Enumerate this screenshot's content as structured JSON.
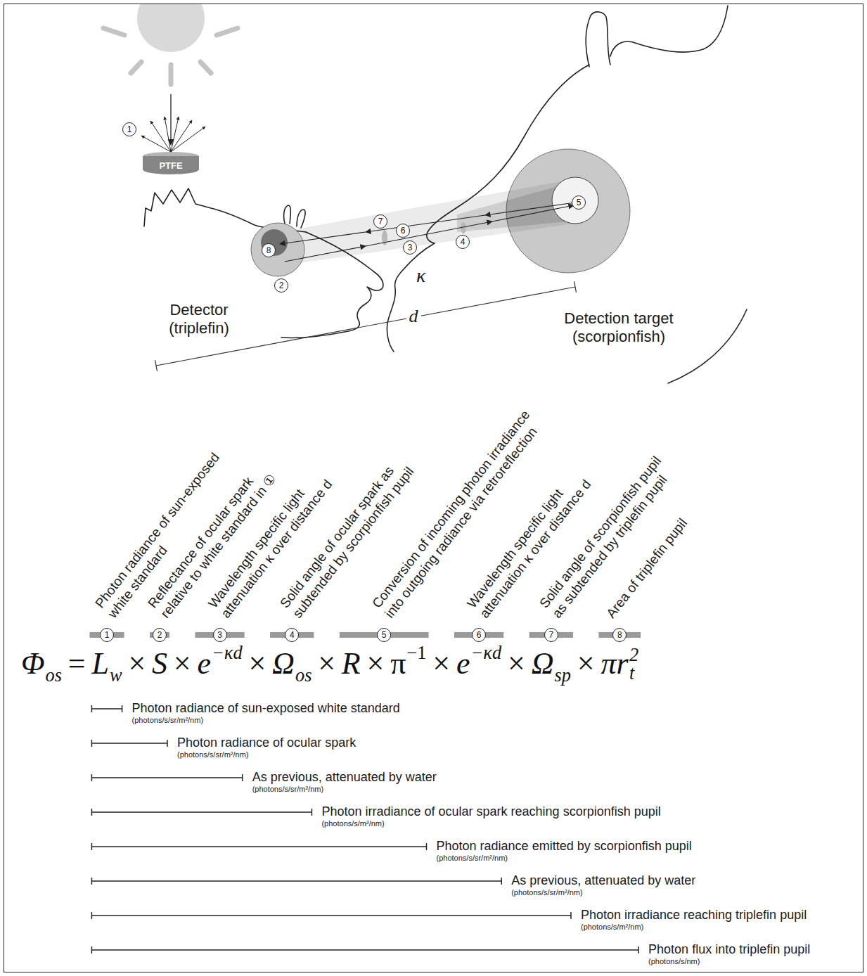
{
  "diagram": {
    "nodes": [
      {
        "text": [
          "PTFE"
        ]
      }
    ],
    "labels": [
      "1",
      "7",
      "6",
      "3",
      "4",
      "5",
      "8",
      "2",
      "κ",
      "Detector (triplefin)",
      "d",
      "Detection target (scorpionfish)",
      "Photon radiance of sun-exposed white standard",
      "Reflectance of ocular spark relative to white standard in ①",
      "Wavelength specific light attenuation κ over distance d",
      "Solid angle of ocular spark as subtended by scorpionfish pupil",
      "Conversion of incoming photon irradiance into outgoing radiance via retroreflection",
      "Wavelength specific light attenuation κ over distance d",
      "Solid angle of scorpionfish pupil as subtended by triplefin pupil",
      "Area of triplefin pupil",
      "1",
      "2",
      "3",
      "4",
      "5",
      "6",
      "7",
      "8",
      "Φ",
      "os",
      "=",
      "L",
      "w",
      "×",
      "S",
      "×",
      "e",
      "−κd",
      "×",
      "Ω",
      "os",
      "×",
      "R",
      "×",
      "π",
      "−1",
      "×",
      "e",
      "−κd",
      "×",
      "Ω",
      "sp",
      "×",
      "πr",
      "t",
      "2",
      "Photon radiance of sun-exposed white standard",
      "(photons/s/sr/m²/nm)",
      "Photon radiance of ocular spark",
      "(photons/s/sr/m²/nm)",
      "As previous, attenuated by water",
      "(photons/s/sr/m²/nm)",
      "Photon irradiance of ocular spark reaching scorpionfish pupil",
      "(photons/s/m²/nm)",
      "Photon radiance emitted by scorpionfish pupil",
      "(photons/s/sr/m²/nm)",
      "As previous, attenuated by water",
      "(photons/s/sr/m²/nm)",
      "Photon irradiance reaching triplefin pupil",
      "(photons/s/m²/nm)",
      "Photon flux into triplefin pupil",
      "(photons/s/nm)"
    ]
  }
}
